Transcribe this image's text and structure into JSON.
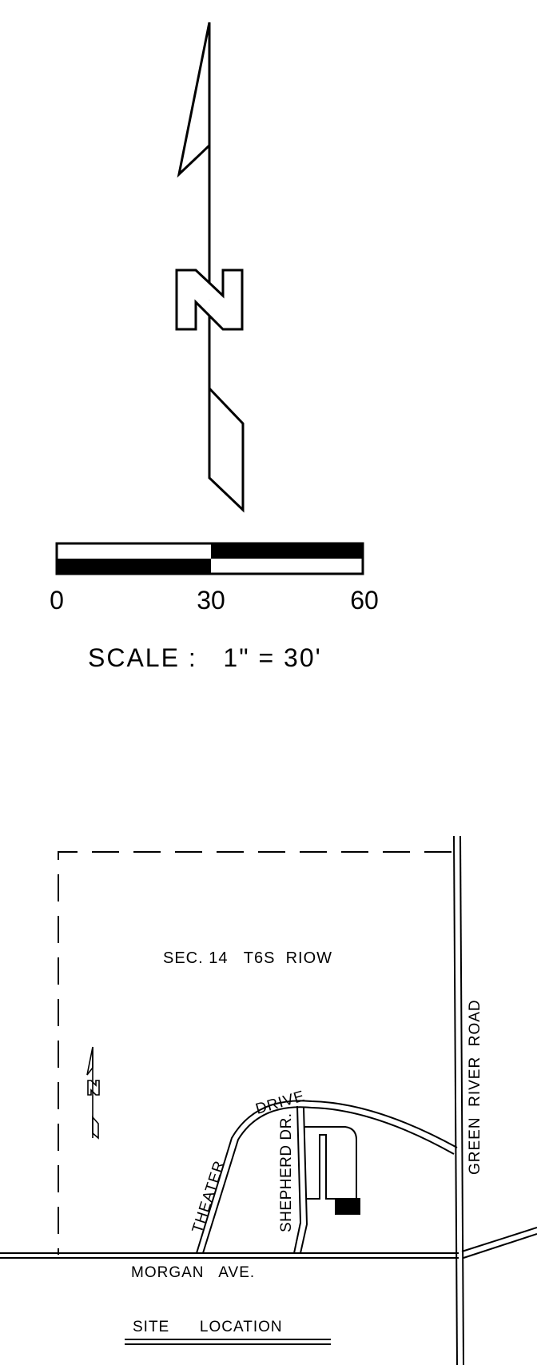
{
  "north_arrow": {
    "letter": "N"
  },
  "scale_bar": {
    "ticks": [
      "0",
      "30",
      "60"
    ],
    "caption": "SCALE :   1\" = 30'"
  },
  "site_map": {
    "section_label": "SEC. 14   T6S  RIOW",
    "roads": {
      "green_river_road": "GREEN  RIVER  ROAD",
      "drive": "DRIVE",
      "theater": "THEATER",
      "shepherd_dr": "SHEPHERD DR.",
      "morgan_ave": "MORGAN   AVE."
    },
    "title": "SITE      LOCATION"
  },
  "colors": {
    "ink": "#000000",
    "paper": "#ffffff"
  }
}
